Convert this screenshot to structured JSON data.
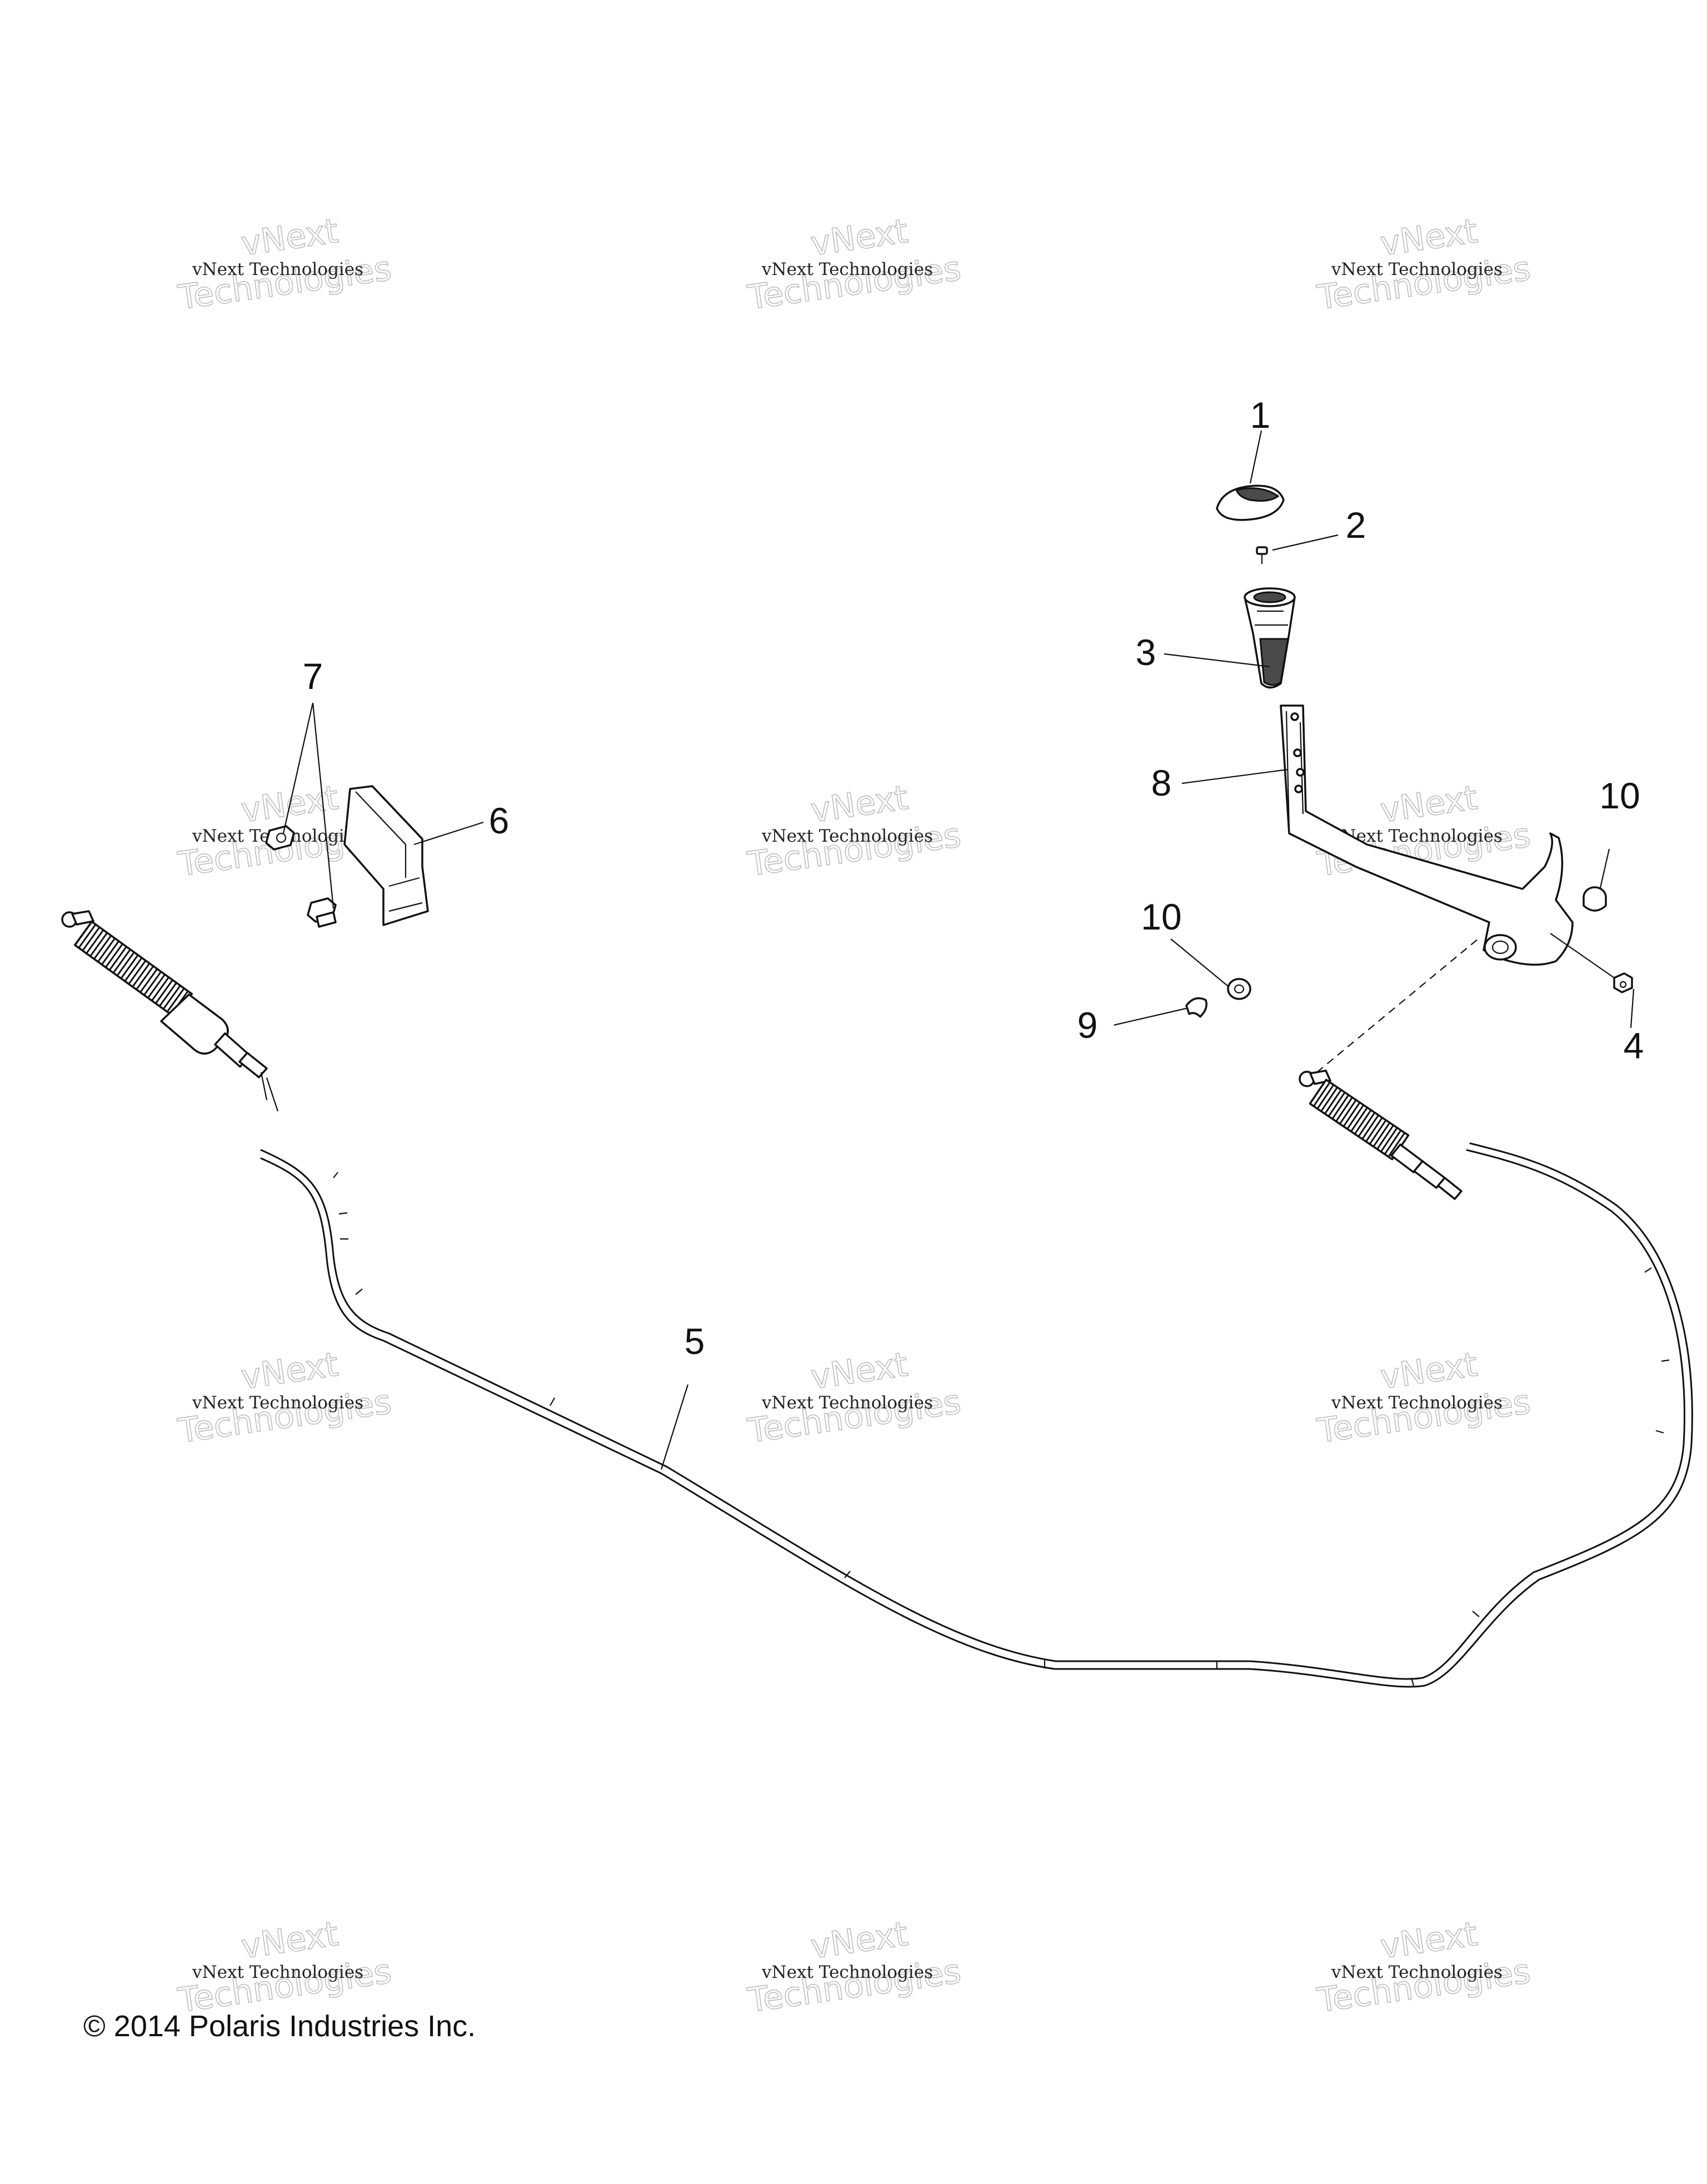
{
  "callouts": [
    "1",
    "2",
    "3",
    "4",
    "5",
    "6",
    "7",
    "8",
    "9",
    "10",
    "10"
  ],
  "copyright": "© 2014 Polaris Industries Inc.",
  "watermark": {
    "line_small": "vNext Technologies",
    "line_big_1": "vNext",
    "line_big_2": "Technologies"
  }
}
